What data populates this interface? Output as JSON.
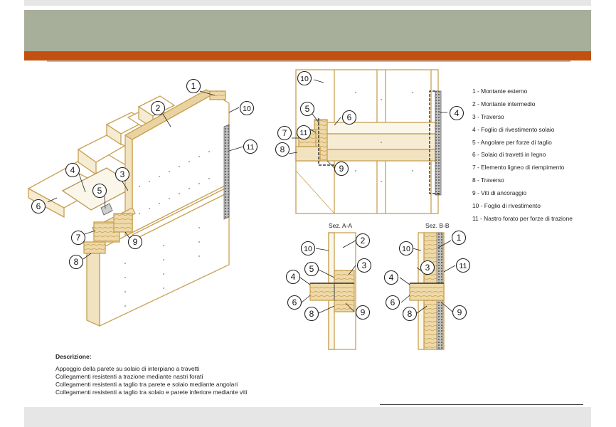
{
  "legend": [
    "1 - Montante esterno",
    "2 - Montante intermedio",
    "3 - Traverso",
    "4 - Foglio di rivestimento solaio",
    "5 - Angolare per forze di taglio",
    "6 - Solaio di travetti in legno",
    "7 - Elemento ligneo di riempimento",
    "8 - Traverso",
    "9 - Viti di ancoraggio",
    "10 - Foglio di rivestimento",
    "11 - Nastro forato per forze di trazione"
  ],
  "sections": {
    "aa": "Sez. A-A",
    "bb": "Sez. B-B"
  },
  "description": {
    "title": "Descrizione:",
    "lines": [
      "Appoggio della parete su solaio di interpiano a travetti",
      "Collegamenti resistenti a trazione mediante nastri forati",
      "Collegamenti resistenti a taglio tra parete e solaio mediante angolari",
      "Collegamenti resistenti a taglio tra solaio e parete inferiore mediante viti"
    ]
  },
  "callouts": {
    "iso": [
      "1",
      "2",
      "10",
      "11",
      "4",
      "3",
      "5",
      "6",
      "7",
      "9",
      "8"
    ],
    "plan": [
      "10",
      "5",
      "6",
      "4",
      "11",
      "7",
      "8",
      "9"
    ],
    "aa": [
      "10",
      "2",
      "5",
      "3",
      "4",
      "6",
      "8",
      "9"
    ],
    "bb": [
      "1",
      "10",
      "3",
      "11",
      "4",
      "6",
      "8",
      "9"
    ]
  },
  "colors": {
    "wood": "#f1e2c0",
    "wood_line": "#c8a050",
    "band": "#a7ae9a",
    "accent": "#c2500f",
    "tape": "#7a7a7a"
  }
}
